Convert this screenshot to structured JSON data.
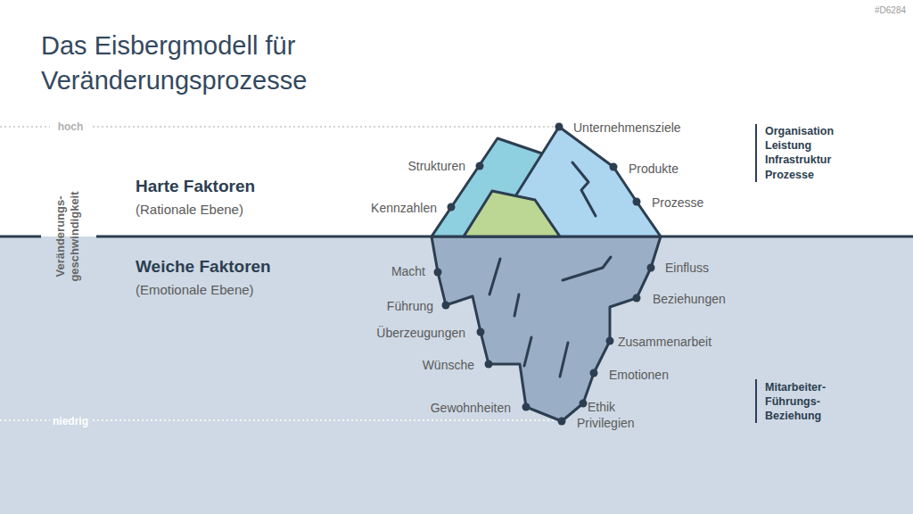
{
  "diagram": {
    "title": "Das Eisbergmodell für Veränderungsprozesse",
    "labels": [
      "#D6284",
      "hoch",
      "niedrig",
      "Veränderungs- geschwindigkeit",
      "Harte Faktoren",
      "(Rationale Ebene)",
      "Weiche Faktoren",
      "(Emotionale Ebene)",
      "Unternehmensziele",
      "Strukturen",
      "Produkte",
      "Kennzahlen",
      "Prozesse",
      "Macht",
      "Einfluss",
      "Führung",
      "Beziehungen",
      "Überzeugungen",
      "Zusammenarbeit",
      "Wünsche",
      "Emotionen",
      "Gewohnheiten",
      "Ethik",
      "Privilegien",
      "Organisation",
      "Leistung",
      "Infrastruktur",
      "Prozesse",
      "Mitarbeiter- Führungs- Beziehung"
    ]
  }
}
